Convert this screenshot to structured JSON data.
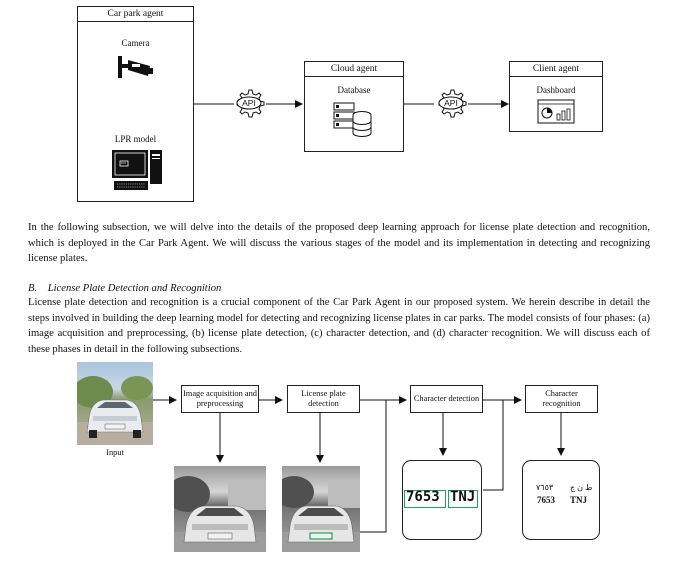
{
  "architecture": {
    "car_park_agent": {
      "title": "Car park agent",
      "camera_label": "Camera",
      "model_label": "LPR model"
    },
    "api_label_1": "API",
    "cloud_agent": {
      "title": "Cloud agent",
      "database_label": "Database"
    },
    "api_label_2": "API",
    "client_agent": {
      "title": "Client agent",
      "dashboard_label": "Dashboard"
    }
  },
  "text": {
    "intro_paragraph": "In the following subsection, we will delve into the details of the proposed deep learning approach for license plate detection and recognition, which is deployed in the Car Park Agent. We will discuss the various stages of the model and its implementation in detecting and recognizing  license plates.",
    "section_number": "B.",
    "section_title": "License Plate Detection and Recognition",
    "body_paragraph": "License plate detection and recognition is a crucial component of the Car Park Agent in our proposed system. We herein describe in detail the steps involved in building the deep learning model for detecting and recognizing license plates in car parks. The model consists of four phases: (a) image acquisition and preprocessing, (b) license plate detection, (c) character detection, and (d) character recognition. We will discuss each of these phases in detail in the following subsections."
  },
  "pipeline": {
    "input_label": "Input",
    "phases": [
      "Image acquisition and preprocessing",
      "License plate detection",
      "Character detection",
      "Character recognition"
    ],
    "plate_digits": "7653",
    "plate_letters": "TNJ",
    "recognized_digits": "7653",
    "recognized_letters": "TNJ",
    "recognized_arabic_digits": "٧٦٥٣",
    "recognized_arabic_letters": "ط ن ج"
  }
}
